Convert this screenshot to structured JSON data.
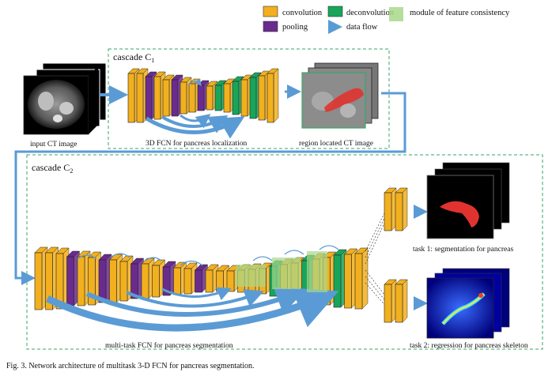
{
  "legend": {
    "convolution": "convolution",
    "deconvolution": "deconvolution",
    "feature_module": "module of feature consistency",
    "pooling": "pooling",
    "data_flow": "data flow"
  },
  "cascade1": {
    "title": "cascade C",
    "sub": "1",
    "network_label": "3D FCN for pancreas localization",
    "output_label": "region located CT image"
  },
  "cascade2": {
    "title": "cascade C",
    "sub": "2",
    "network_label": "multi-task FCN for pancreas segmentation",
    "task1_label": "task 1:  segmentation for pancreas",
    "task2_label": "task 2:  regression for pancreas skeleton"
  },
  "input_label": "input CT image",
  "caption": "Fig. 3.   Network architecture of multitask 3-D FCN for pancreas segmentation.",
  "colors": {
    "convolution": "#f2b01e",
    "pooling": "#6a2b8e",
    "deconvolution": "#18a55a",
    "feature_module": "#a8d88a",
    "flow": "#5b9bd5",
    "border": "#3aa66a"
  }
}
